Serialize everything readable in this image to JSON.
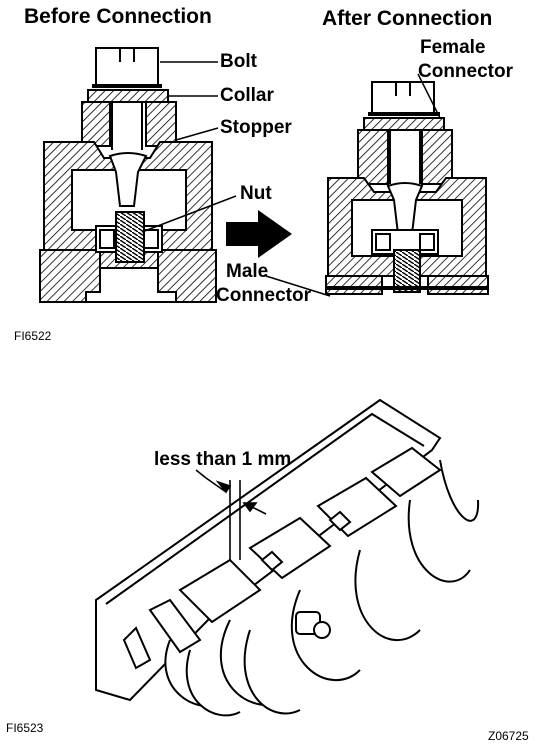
{
  "top_figure": {
    "heading_before": "Before Connection",
    "heading_after": "After Connection",
    "labels": {
      "bolt": "Bolt",
      "collar": "Collar",
      "stopper": "Stopper",
      "nut": "Nut",
      "female_line1": "Female",
      "female_line2": "Connector",
      "male_line1": "Male",
      "male_line2": "Connector"
    },
    "figure_code": "FI6522"
  },
  "bottom_figure": {
    "gap_label": "less than 1 mm",
    "figure_code": "FI6523",
    "corner_code": "Z06725"
  }
}
